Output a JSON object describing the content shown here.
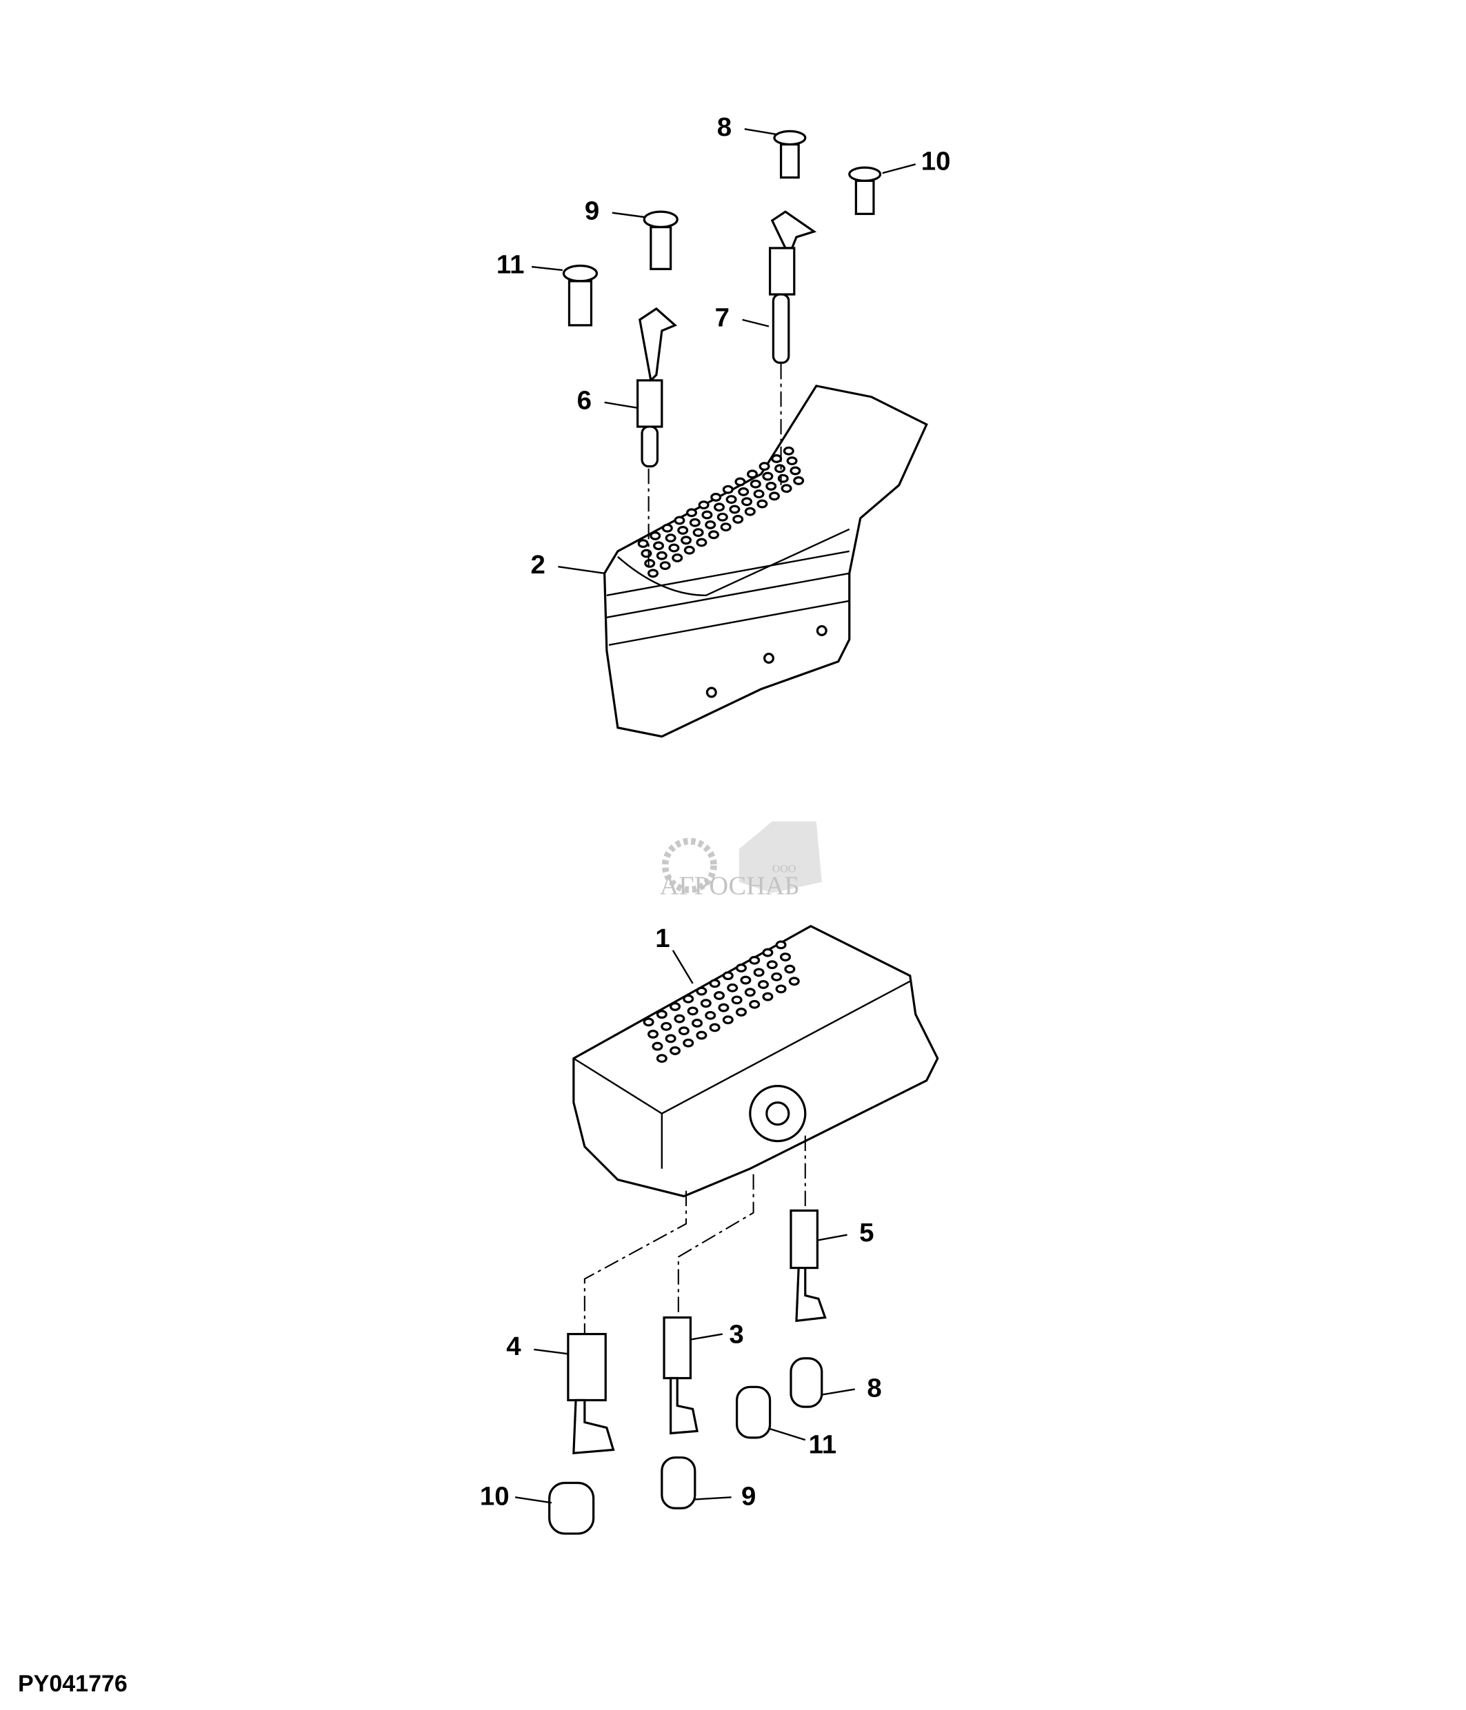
{
  "figure_id": "PY041776",
  "watermark": {
    "small": "ООО",
    "name": "АГРОСНАБ"
  },
  "callouts": {
    "c1": "1",
    "c2": "2",
    "c3": "3",
    "c4": "4",
    "c5": "5",
    "c6": "6",
    "c7": "7",
    "c8a": "8",
    "c8b": "8",
    "c9a": "9",
    "c9b": "9",
    "c10a": "10",
    "c10b": "10",
    "c11a": "11",
    "c11b": "11"
  }
}
